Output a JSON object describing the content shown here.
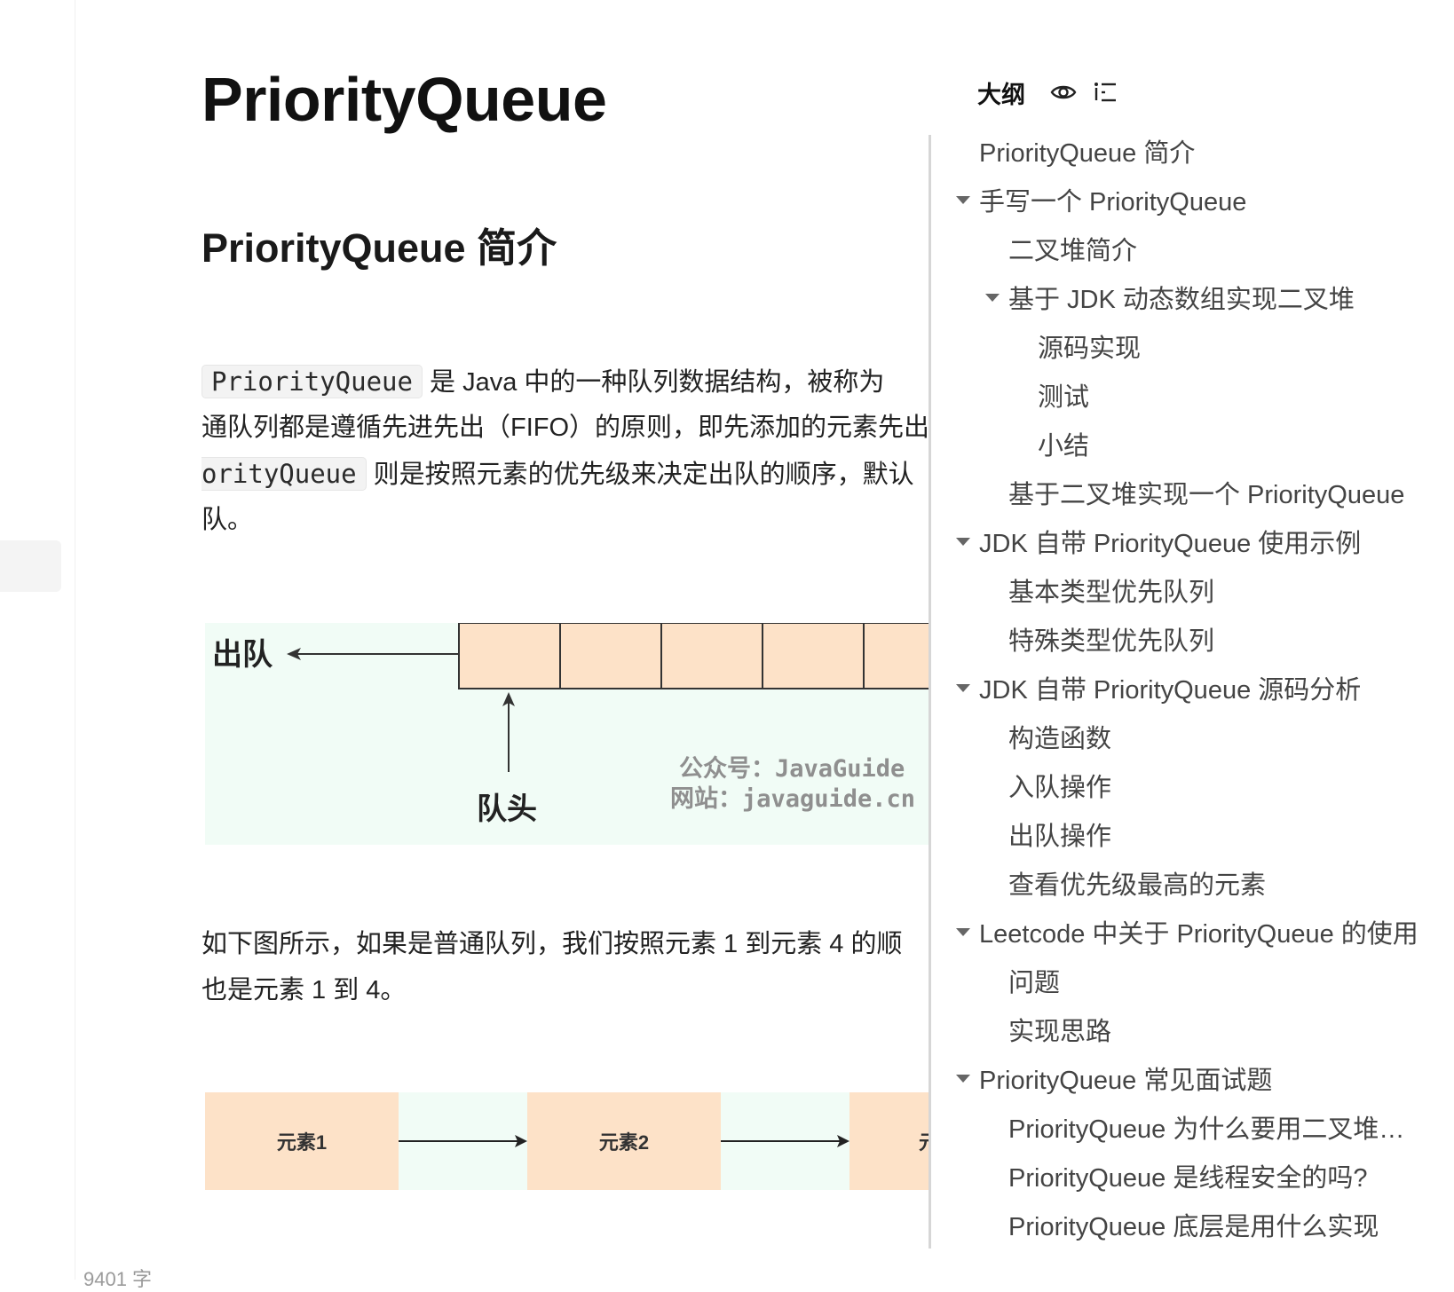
{
  "document": {
    "title": "PriorityQueue",
    "intro_heading": "PriorityQueue 简介",
    "intro_para": {
      "code1": "PriorityQueue",
      "line1_text": " 是 Java 中的一种队列数据结构，被称为",
      "line2": "通队列都是遵循先进先出（FIFO）的原则，即先添加的元素先出",
      "code2": "orityQueue",
      "line3_text": " 则是按照元素的优先级来决定出队的顺序，默认",
      "line4": "队。"
    },
    "para2": {
      "line1": "如下图所示，如果是普通队列，我们按照元素 1 到元素 4 的顺",
      "line2": "也是元素 1 到 4。"
    },
    "figure1": {
      "dequeue_label": "出队",
      "head_label": "队头",
      "watermark_line1": "公众号：JavaGuide",
      "watermark_line2": "网站：javaguide.cn",
      "cell_color": "#fde2c8",
      "bg_color": "#f1fcf6"
    },
    "figure2": {
      "boxes": [
        "元素1",
        "元素2",
        "元"
      ]
    },
    "word_count": "9401 字"
  },
  "outline": {
    "title": "大纲",
    "icons": [
      "eye-icon",
      "list-indent-icon"
    ],
    "items": [
      {
        "label": "PriorityQueue 简介",
        "level": 0,
        "caret": false
      },
      {
        "label": "手写一个 PriorityQueue",
        "level": 0,
        "caret": true
      },
      {
        "label": "二叉堆简介",
        "level": 1,
        "caret": false
      },
      {
        "label": "基于 JDK 动态数组实现二叉堆",
        "level": 1,
        "caret": true
      },
      {
        "label": "源码实现",
        "level": 2,
        "caret": false
      },
      {
        "label": "测试",
        "level": 2,
        "caret": false
      },
      {
        "label": "小结",
        "level": 2,
        "caret": false
      },
      {
        "label": "基于二叉堆实现一个 PriorityQueue",
        "level": 1,
        "caret": false
      },
      {
        "label": "JDK 自带 PriorityQueue 使用示例",
        "level": 0,
        "caret": true
      },
      {
        "label": "基本类型优先队列",
        "level": 1,
        "caret": false
      },
      {
        "label": "特殊类型优先队列",
        "level": 1,
        "caret": false
      },
      {
        "label": "JDK 自带 PriorityQueue 源码分析",
        "level": 0,
        "caret": true
      },
      {
        "label": "构造函数",
        "level": 1,
        "caret": false
      },
      {
        "label": "入队操作",
        "level": 1,
        "caret": false
      },
      {
        "label": "出队操作",
        "level": 1,
        "caret": false
      },
      {
        "label": "查看优先级最高的元素",
        "level": 1,
        "caret": false
      },
      {
        "label": "Leetcode 中关于 PriorityQueue 的使用",
        "level": 0,
        "caret": true
      },
      {
        "label": "问题",
        "level": 1,
        "caret": false
      },
      {
        "label": "实现思路",
        "level": 1,
        "caret": false
      },
      {
        "label": "PriorityQueue 常见面试题",
        "level": 0,
        "caret": true
      },
      {
        "label": "PriorityQueue 为什么要用二叉堆…",
        "level": 1,
        "caret": false
      },
      {
        "label": "PriorityQueue 是线程安全的吗?",
        "level": 1,
        "caret": false
      },
      {
        "label": "PriorityQueue 底层是用什么实现",
        "level": 1,
        "caret": false
      }
    ]
  }
}
